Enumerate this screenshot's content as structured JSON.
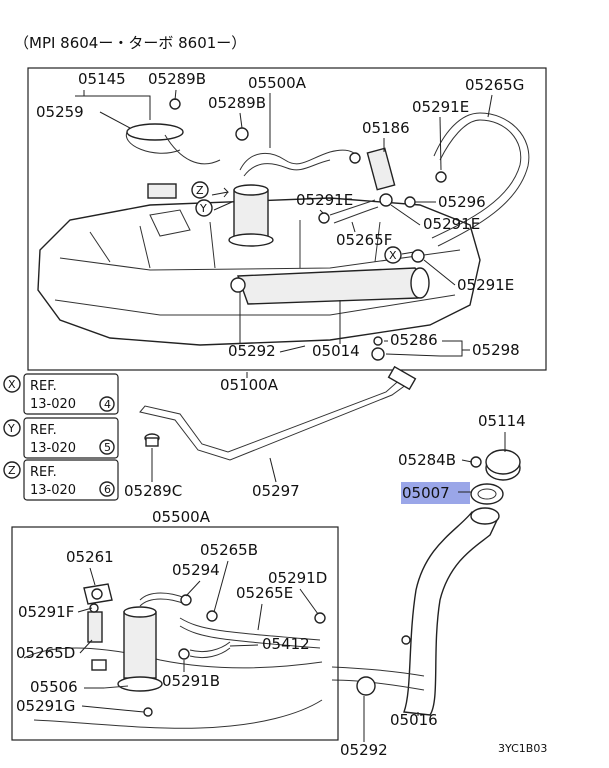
{
  "header": {
    "title": "（MPI 8604ー・ターボ 8601ー）"
  },
  "footer": {
    "code": "3YC1B03"
  },
  "highlighted_part": "05007",
  "colors": {
    "highlight": "#9aa6e8",
    "line": "#222222"
  },
  "callouts": {
    "top": {
      "p05145": "05145",
      "p05289B_a": "05289B",
      "p05500A_a": "05500A",
      "p05265G": "05265G",
      "p05259": "05259",
      "p05289B_b": "05289B",
      "p05291E_a": "05291E",
      "p05186": "05186",
      "p05296": "05296",
      "p05291E_b": "05291E",
      "p05291E_c": "05291E",
      "p05265F": "05265F",
      "p05291E_d": "05291E",
      "p05292": "05292",
      "p05014": "05014",
      "p05286": "05286",
      "p05298": "05298"
    },
    "middle": {
      "p05100A": "05100A",
      "p05114": "05114",
      "p05284B": "05284B",
      "p05007": "05007",
      "p05289C": "05289C",
      "p05297": "05297"
    },
    "bottom": {
      "p05500A": "05500A",
      "p05261": "05261",
      "p05265B": "05265B",
      "p05294": "05294",
      "p05291D": "05291D",
      "p05291F": "05291F",
      "p05265E": "05265E",
      "p05412": "05412",
      "p05265D": "05265D",
      "p05506": "05506",
      "p05291B": "05291B",
      "p05291G": "05291G",
      "p05016": "05016",
      "p05292": "05292"
    }
  },
  "markers": {
    "x": "X",
    "y": "Y",
    "z": "Z"
  },
  "references": [
    {
      "marker": "X",
      "text": "REF.",
      "code": "13-020",
      "num": "4"
    },
    {
      "marker": "Y",
      "text": "REF.",
      "code": "13-020",
      "num": "5"
    },
    {
      "marker": "Z",
      "text": "REF.",
      "code": "13-020",
      "num": "6"
    }
  ]
}
